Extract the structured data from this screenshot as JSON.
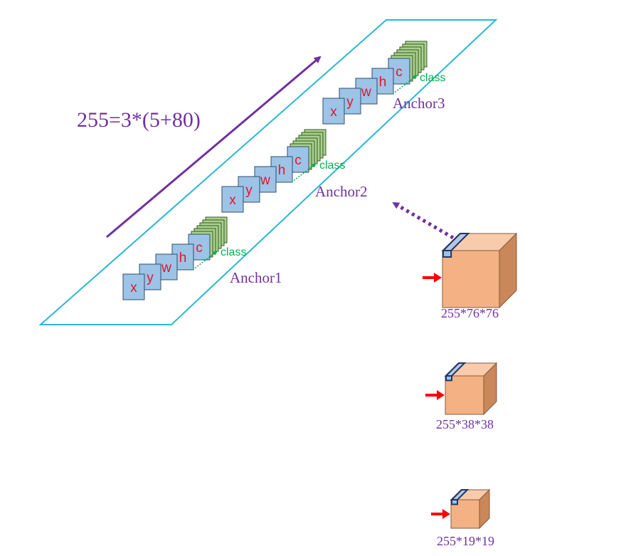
{
  "diagram": {
    "formula": "255=3*(5+80)",
    "anchors": [
      {
        "label": "Anchor1",
        "class_label": "class",
        "fields": [
          "x",
          "y",
          "w",
          "h",
          "c"
        ]
      },
      {
        "label": "Anchor2",
        "class_label": "class",
        "fields": [
          "x",
          "y",
          "w",
          "h",
          "c"
        ]
      },
      {
        "label": "Anchor3",
        "class_label": "class",
        "fields": [
          "x",
          "y",
          "w",
          "h",
          "c"
        ]
      }
    ],
    "feature_maps": [
      {
        "label": "255*76*76"
      },
      {
        "label": "255*38*38"
      },
      {
        "label": "255*19*19"
      }
    ],
    "colors": {
      "plane_border": "#2bb7d2",
      "purple": "#7030a0",
      "field_box": "#9dc3e6",
      "field_text": "#e8132b",
      "class_stack": "#a9d18e",
      "class_text": "#00b050",
      "cube_front": "#f4b183",
      "cube_top": "#f8cbad",
      "cube_side": "#c9875a",
      "red_arrow": "#ff0000"
    }
  }
}
